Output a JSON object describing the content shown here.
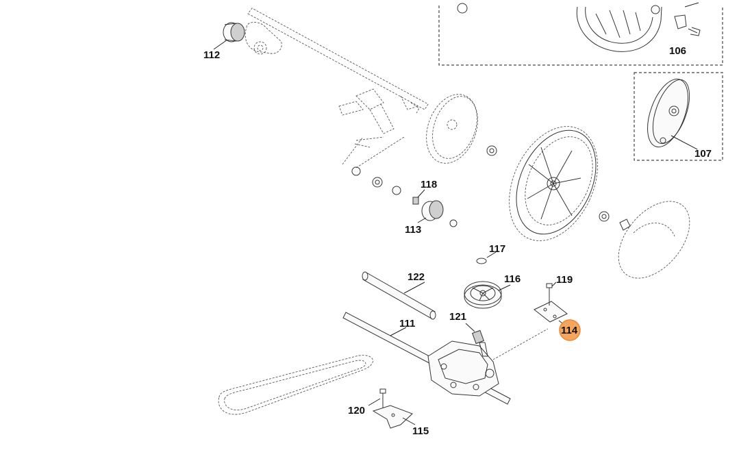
{
  "diagram": {
    "highlight_color": "#f5a55c",
    "callouts": [
      {
        "id": "106",
        "label": "106"
      },
      {
        "id": "107",
        "label": "107"
      },
      {
        "id": "111",
        "label": "111"
      },
      {
        "id": "112",
        "label": "112"
      },
      {
        "id": "113",
        "label": "113"
      },
      {
        "id": "114",
        "label": "114",
        "highlighted": true
      },
      {
        "id": "115",
        "label": "115"
      },
      {
        "id": "116",
        "label": "116"
      },
      {
        "id": "117",
        "label": "117"
      },
      {
        "id": "118",
        "label": "118"
      },
      {
        "id": "119",
        "label": "119"
      },
      {
        "id": "120",
        "label": "120"
      },
      {
        "id": "121",
        "label": "121"
      },
      {
        "id": "122",
        "label": "122"
      }
    ]
  }
}
